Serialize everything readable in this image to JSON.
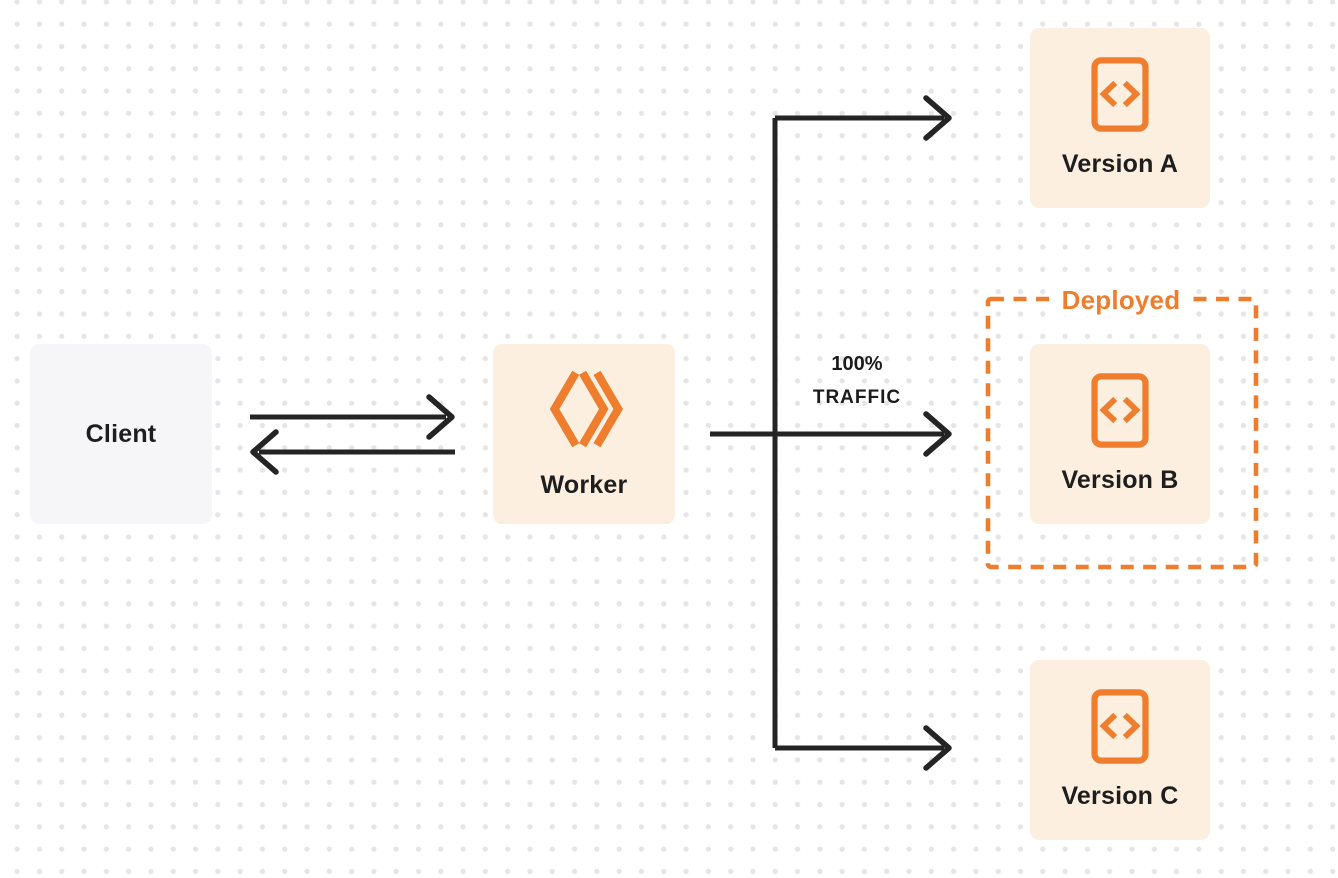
{
  "diagram": {
    "client": {
      "label": "Client"
    },
    "worker": {
      "label": "Worker",
      "icon": "cloudflare-workers-icon"
    },
    "versions": [
      {
        "label": "Version A",
        "icon": "code-file-icon"
      },
      {
        "label": "Version B",
        "icon": "code-file-icon",
        "badge": "Deployed"
      },
      {
        "label": "Version C",
        "icon": "code-file-icon"
      }
    ],
    "traffic": {
      "line1": "100%",
      "line2": "TRAFFIC"
    },
    "colors": {
      "accent_orange": "#ee7d2e",
      "node_cream": "#fcefdf",
      "client_gray": "#f6f6f8",
      "connector_dark": "#242424",
      "text_dark": "#1e1e1e",
      "dot_grid": "#e5e5e8"
    }
  }
}
